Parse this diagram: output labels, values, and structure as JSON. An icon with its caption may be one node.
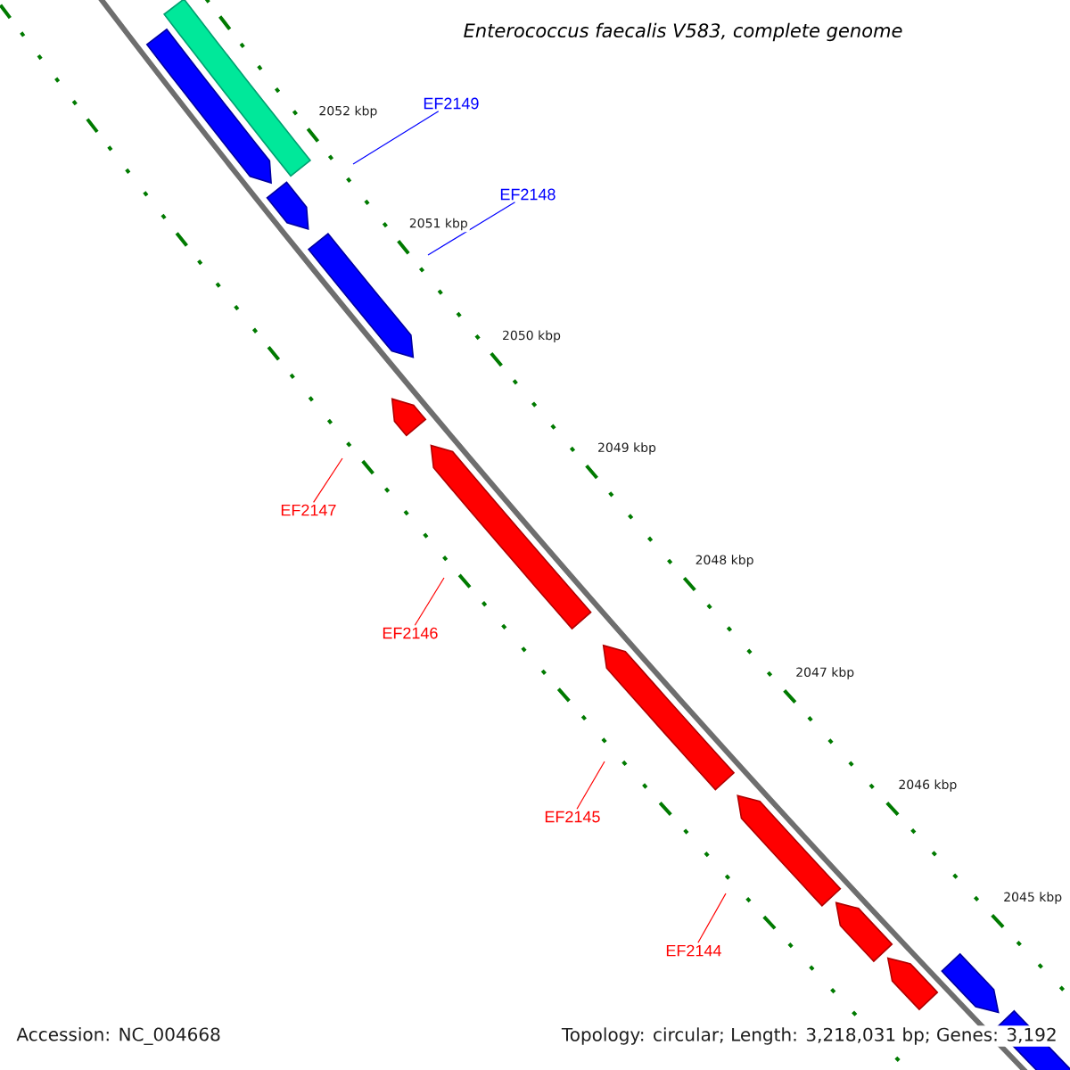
{
  "diagram": {
    "title": "Enterococcus faecalis V583, complete genome",
    "nodes": [
      {
        "text": [
          "EF2149"
        ]
      },
      {
        "text": [
          "EF2148"
        ]
      },
      {
        "text": [
          "EF2147"
        ]
      },
      {
        "text": [
          "EF2146"
        ]
      },
      {
        "text": [
          "EF2145"
        ]
      },
      {
        "text": [
          "EF2144"
        ]
      }
    ],
    "edges": [
      {
        "from": 0,
        "to": null,
        "arrow": "none",
        "color": "#0000ff"
      },
      {
        "from": 1,
        "to": null,
        "arrow": "none",
        "color": "#0000ff"
      },
      {
        "from": 2,
        "to": null,
        "arrow": "none"
      },
      {
        "from": 3,
        "to": null,
        "arrow": "none"
      },
      {
        "from": 4,
        "to": null,
        "arrow": "none"
      },
      {
        "from": 5,
        "to": null,
        "arrow": "none"
      }
    ],
    "labels": [
      "2052 kbp",
      "2051 kbp",
      "2050 kbp",
      "2049 kbp",
      "2048 kbp",
      "2047 kbp",
      "2046 kbp",
      "2045 kbp",
      "Accession: NC_004668",
      "Topology: circular; Length: 3,218,031 bp; Genes: 3,192"
    ]
  }
}
